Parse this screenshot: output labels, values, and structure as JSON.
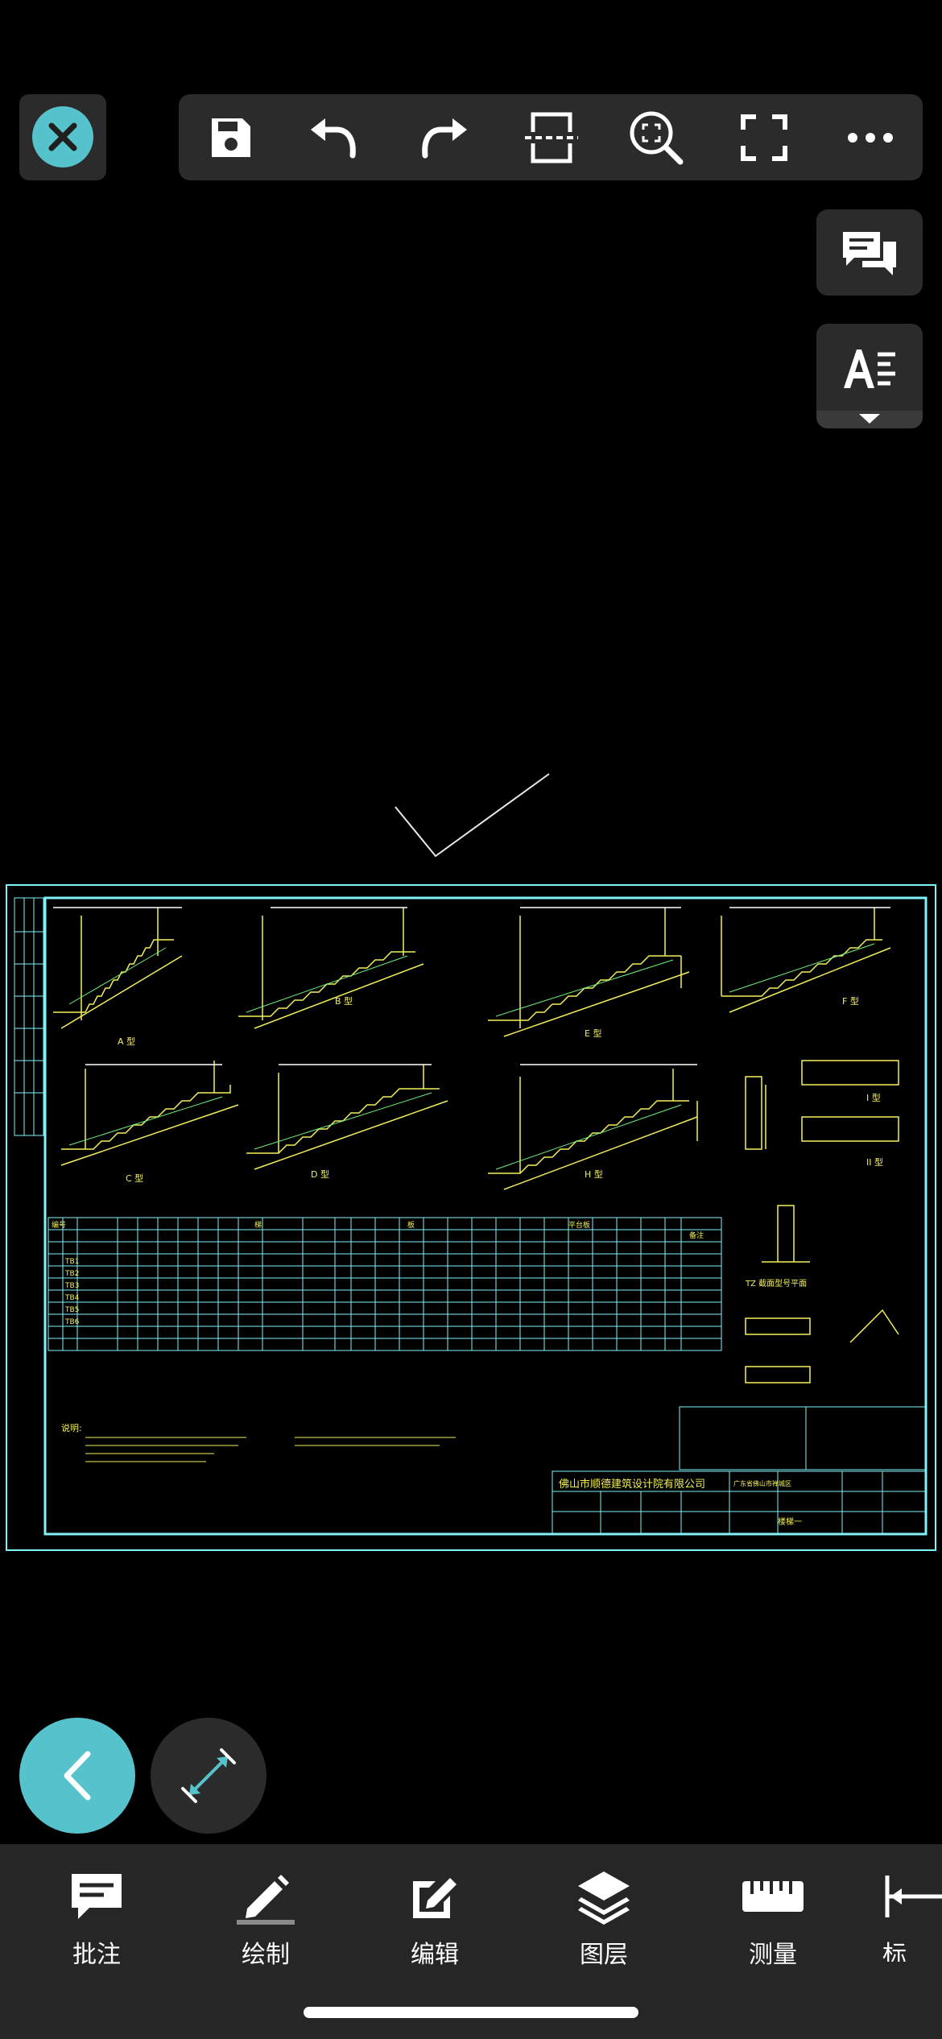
{
  "colors": {
    "accent": "#55c2cc",
    "panel": "#2b2b2b",
    "cad_frame": "#7ff3f7",
    "cad_line": "#f2ef5a",
    "cad_green": "#6ef07a"
  },
  "toolbar": {
    "close_icon": "close-icon",
    "buttons": [
      "save-icon",
      "undo-icon",
      "redo-icon",
      "split-icon",
      "zoom-region-icon",
      "fullscreen-icon",
      "more-icon"
    ]
  },
  "side": {
    "comments_icon": "comments-icon",
    "text_style_icon": "text-style-icon"
  },
  "drawing": {
    "company": "佛山市顺德建筑设计院有限公司",
    "project": "广东省佛山市禅城区",
    "sheet_name": "楼梯一",
    "note_label": "说明:",
    "types": [
      "A 型",
      "B 型",
      "E 型",
      "F 型",
      "C 型",
      "D 型",
      "H 型",
      "I 型",
      "II 型"
    ],
    "tz_label": "TZ 截面型号平面",
    "table_header": [
      "编号",
      "梯",
      "板",
      "平台板",
      "备注"
    ],
    "rows": [
      "TB1",
      "TB2",
      "TB3",
      "TB4",
      "TB5",
      "TB6"
    ]
  },
  "tabs": [
    {
      "label": "批注",
      "icon": "annotation-icon"
    },
    {
      "label": "绘制",
      "icon": "pencil-icon"
    },
    {
      "label": "编辑",
      "icon": "edit-icon"
    },
    {
      "label": "图层",
      "icon": "layers-icon"
    },
    {
      "label": "测量",
      "icon": "ruler-icon"
    },
    {
      "label": "标",
      "icon": "dimension-icon"
    }
  ]
}
